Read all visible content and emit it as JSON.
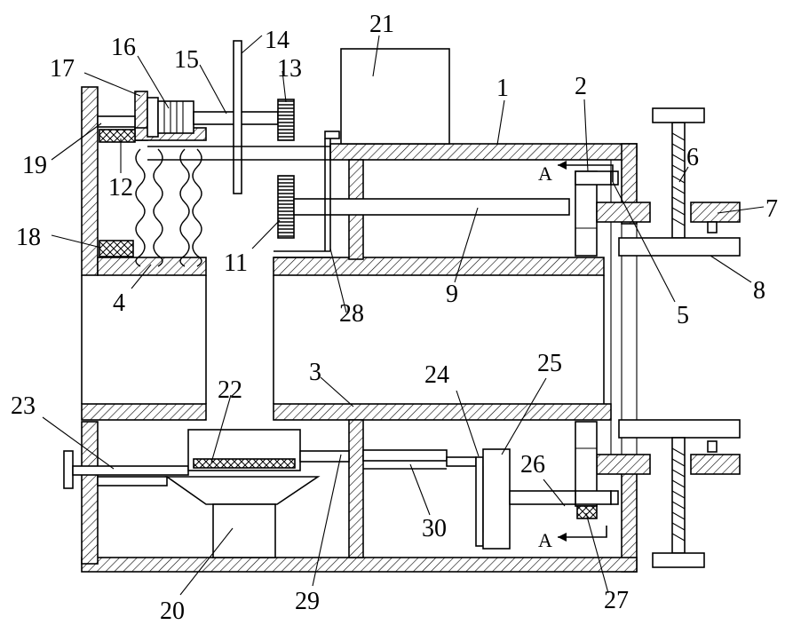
{
  "labels": {
    "n1": "1",
    "n2": "2",
    "n3": "3",
    "n4": "4",
    "n5": "5",
    "n6": "6",
    "n7": "7",
    "n8": "8",
    "n9": "9",
    "n11": "11",
    "n12": "12",
    "n13": "13",
    "n14": "14",
    "n15": "15",
    "n16": "16",
    "n17": "17",
    "n18": "18",
    "n19": "19",
    "n20": "20",
    "n21": "21",
    "n22": "22",
    "n23": "23",
    "n24": "24",
    "n25": "25",
    "n26": "26",
    "n27": "27",
    "n28": "28",
    "n29": "29",
    "n30": "30"
  },
  "section_marks": {
    "top": "A",
    "bottom": "A"
  }
}
